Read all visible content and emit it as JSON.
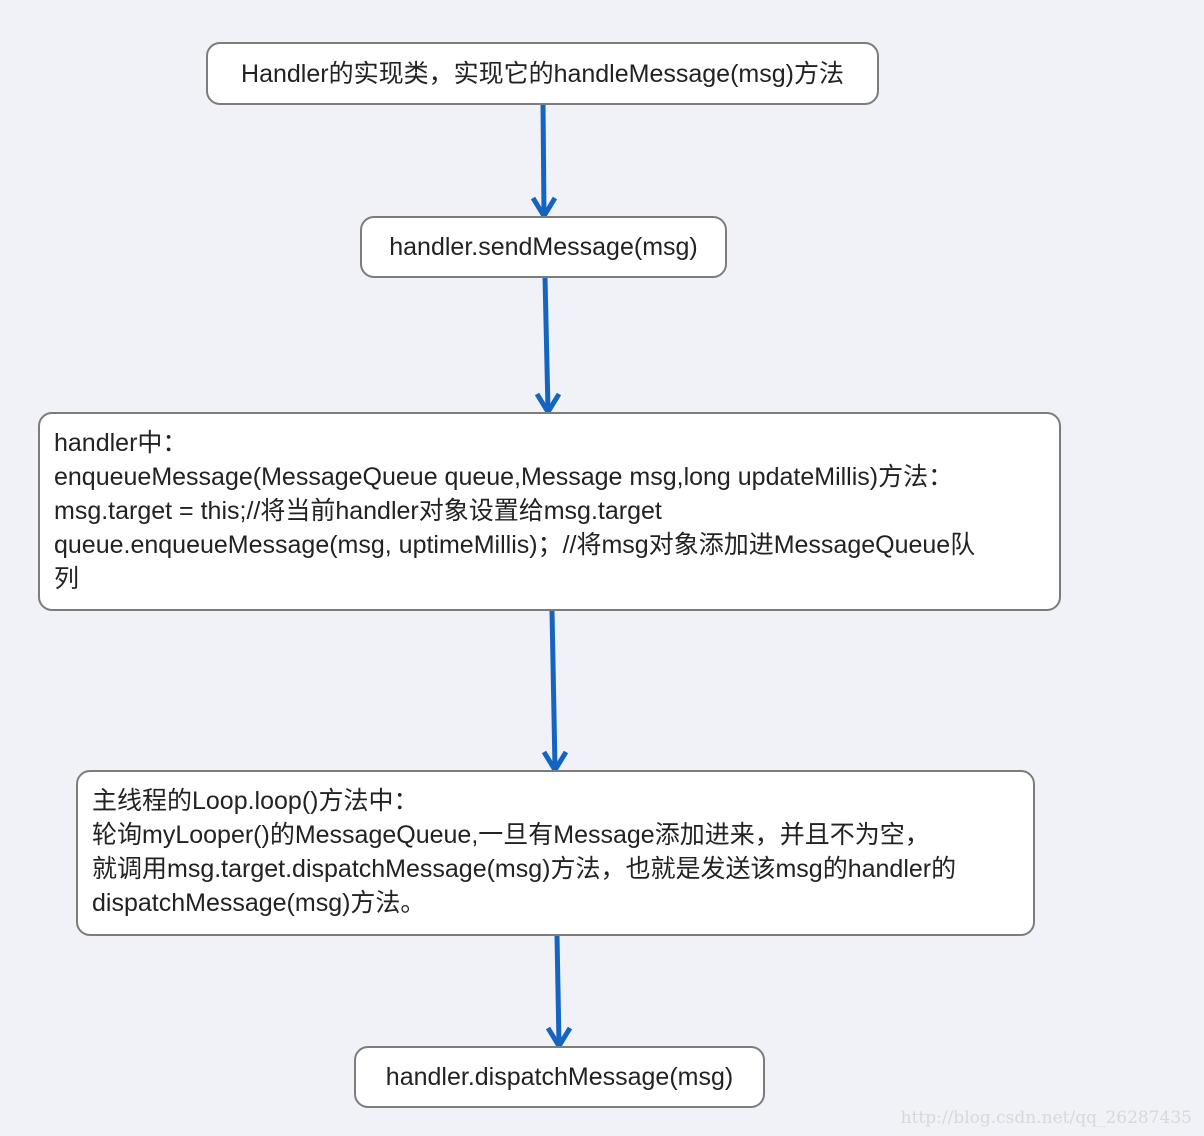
{
  "diagram": {
    "type": "flowchart",
    "direction": "top-to-bottom",
    "colors": {
      "background": "#f0f2f8",
      "node_fill": "#ffffff",
      "node_border": "#7c7c7c",
      "arrow": "#1565c0",
      "text": "#222222"
    },
    "nodes": [
      {
        "id": "n1",
        "lines": [
          "Handler的实现类，实现它的handleMessage(msg)方法"
        ]
      },
      {
        "id": "n2",
        "lines": [
          "handler.sendMessage(msg)"
        ]
      },
      {
        "id": "n3",
        "lines": [
          "handler中：",
          "enqueueMessage(MessageQueue queue,Message msg,long updateMillis)方法：",
          "msg.target = this;//将当前handler对象设置给msg.target",
          "queue.enqueueMessage(msg, uptimeMillis)；//将msg对象添加进MessageQueue队",
          "列"
        ]
      },
      {
        "id": "n4",
        "lines": [
          "主线程的Loop.loop()方法中：",
          "轮询myLooper()的MessageQueue,一旦有Message添加进来，并且不为空，",
          "就调用msg.target.dispatchMessage(msg)方法，也就是发送该msg的handler的",
          "dispatchMessage(msg)方法。"
        ]
      },
      {
        "id": "n5",
        "lines": [
          "handler.dispatchMessage(msg)"
        ]
      }
    ],
    "edges": [
      {
        "from": "n1",
        "to": "n2"
      },
      {
        "from": "n2",
        "to": "n3"
      },
      {
        "from": "n3",
        "to": "n4"
      },
      {
        "from": "n4",
        "to": "n5"
      }
    ]
  },
  "watermark": "http://blog.csdn.net/qq_26287435"
}
